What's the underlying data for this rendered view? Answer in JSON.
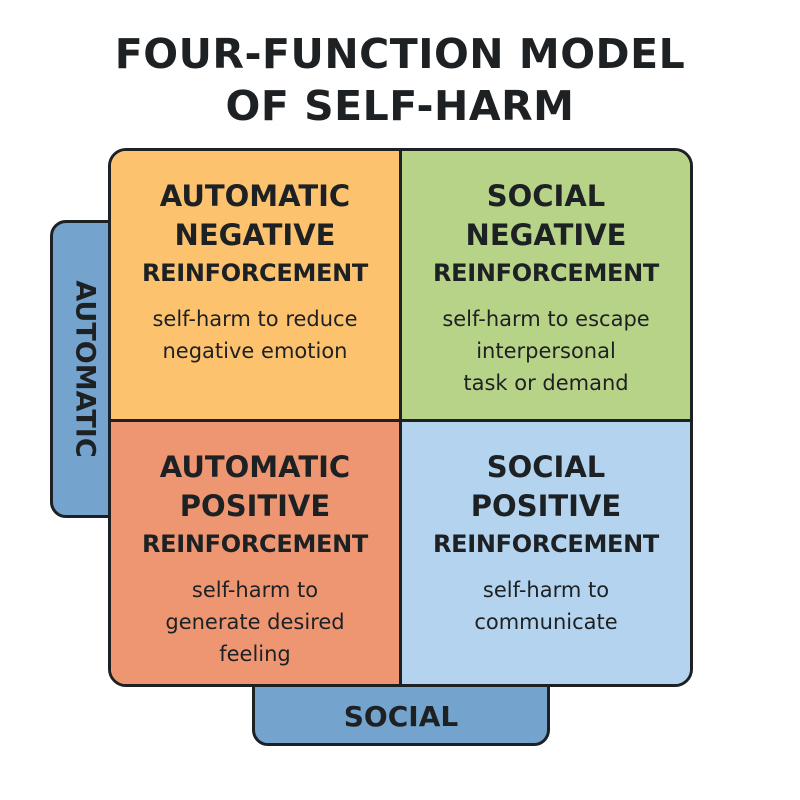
{
  "title": {
    "line1": "FOUR-FUNCTION MODEL",
    "line2": "OF SELF-HARM"
  },
  "axes": {
    "vertical_label": "AUTOMATIC",
    "horizontal_label": "SOCIAL"
  },
  "colors": {
    "automatic_negative": "#fdc26d",
    "social_negative": "#b7d388",
    "automatic_positive": "#ee9672",
    "social_positive": "#b3d3ee",
    "axis_tab": "#74a4cd",
    "outline": "#1e2124"
  },
  "quadrants": [
    {
      "title": [
        "AUTOMATIC",
        "NEGATIVE",
        "REINFORCEMENT"
      ],
      "description": [
        "self-harm to reduce",
        "negative emotion"
      ]
    },
    {
      "title": [
        "SOCIAL",
        "NEGATIVE",
        "REINFORCEMENT"
      ],
      "description": [
        "self-harm to escape",
        "interpersonal",
        "task or demand"
      ]
    },
    {
      "title": [
        "AUTOMATIC",
        "POSITIVE",
        "REINFORCEMENT"
      ],
      "description": [
        "self-harm to",
        "generate desired",
        "feeling"
      ]
    },
    {
      "title": [
        "SOCIAL",
        "POSITIVE",
        "REINFORCEMENT"
      ],
      "description": [
        "self-harm to",
        "communicate"
      ]
    }
  ]
}
